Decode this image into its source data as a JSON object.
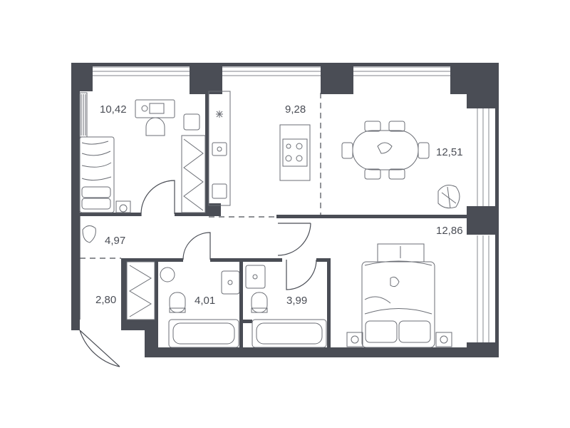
{
  "colors": {
    "wall": "#4a4d55",
    "line": "#6b6e75",
    "window": "#9a9ca2",
    "background": "#ffffff"
  },
  "rooms": [
    {
      "id": "bedroom-small",
      "area": "10,42"
    },
    {
      "id": "kitchen",
      "area": "9,28"
    },
    {
      "id": "living",
      "area": "12,51"
    },
    {
      "id": "hall",
      "area": "4,97"
    },
    {
      "id": "entry",
      "area": "2,80"
    },
    {
      "id": "bathroom-1",
      "area": "4,01"
    },
    {
      "id": "bathroom-2",
      "area": "3,99"
    },
    {
      "id": "bedroom-large",
      "area": "12,86"
    }
  ]
}
